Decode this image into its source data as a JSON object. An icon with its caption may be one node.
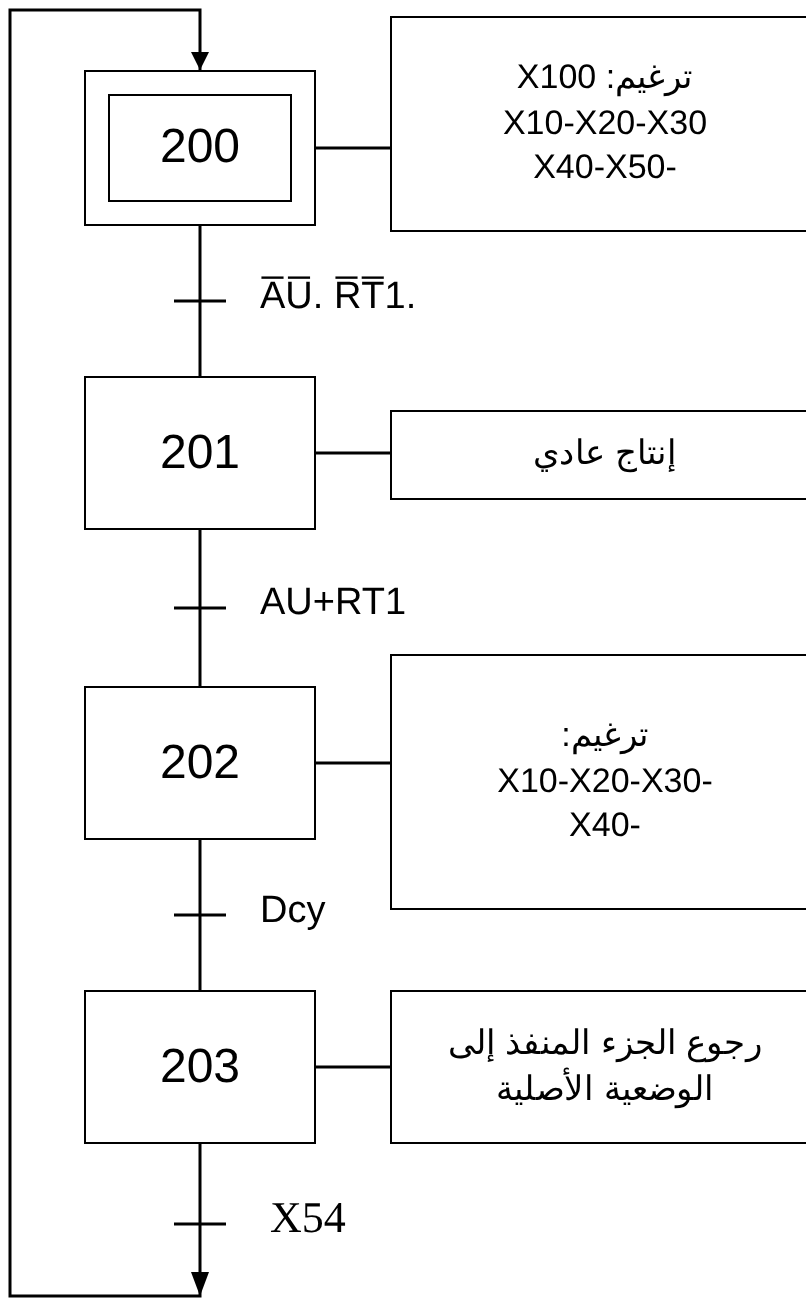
{
  "diagram": {
    "nodes": [
      {
        "text": [
          "200"
        ]
      },
      {
        "text": [
          "ترغيم: X100",
          "X10-X20-X30",
          "X40-X50-"
        ]
      },
      {
        "text": [
          "201"
        ]
      },
      {
        "text": [
          "إنتاج عادي"
        ]
      },
      {
        "text": [
          "202"
        ]
      },
      {
        "text": [
          "ترغيم:",
          "X10-X20-X30-",
          "X40-"
        ]
      },
      {
        "text": [
          "203"
        ]
      },
      {
        "text": [
          "رجوع الجزء المنفذ إلى الوضعية الأصلية"
        ]
      }
    ],
    "edges": [
      {
        "from": 0,
        "to": 2,
        "arrow": "none",
        "label": "A̅U̅. R̅T̅1."
      },
      {
        "from": 2,
        "to": 4,
        "arrow": "none",
        "label": "AU+RT1"
      },
      {
        "from": 4,
        "to": 6,
        "arrow": "none",
        "label": "Dcy"
      },
      {
        "from": 6,
        "to": 0,
        "arrow": "to",
        "label": "X54"
      },
      {
        "from": 0,
        "to": 1,
        "arrow": "none"
      },
      {
        "from": 2,
        "to": 3,
        "arrow": "none"
      },
      {
        "from": 4,
        "to": 5,
        "arrow": "none"
      },
      {
        "from": 6,
        "to": 7,
        "arrow": "none"
      }
    ]
  }
}
